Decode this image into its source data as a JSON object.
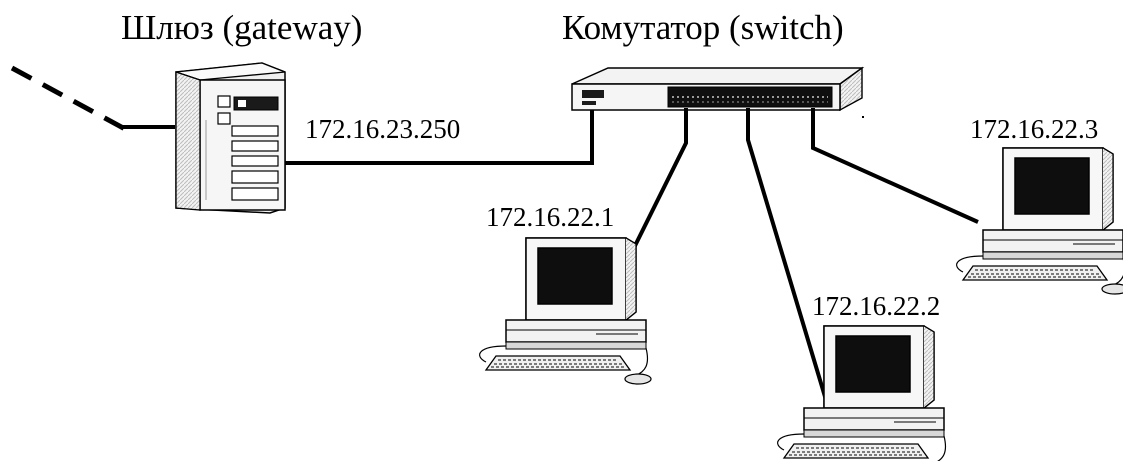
{
  "gateway": {
    "label": "Шлюз (gateway)",
    "ip": "172.16.23.250"
  },
  "switch": {
    "label": "Комутатор (switch)"
  },
  "hosts": [
    {
      "ip": "172.16.22.1"
    },
    {
      "ip": "172.16.22.2"
    },
    {
      "ip": "172.16.22.3"
    }
  ],
  "colors": {
    "line": "#000000",
    "device_body": "#f2f2f2",
    "device_shade": "#d4d4d4",
    "screen": "#111111"
  }
}
